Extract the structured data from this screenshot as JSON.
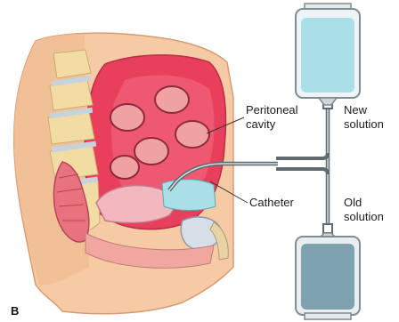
{
  "figure": {
    "panel_letter": "B",
    "labels": {
      "peritoneal_line1": "Peritoneal",
      "peritoneal_line2": "cavity",
      "new_line1": "New",
      "new_line2": "solution",
      "catheter": "Catheter",
      "old_line1": "Old",
      "old_line2": "solution"
    }
  },
  "colors": {
    "skin": "#f6caa4",
    "cavity": "#e8405c",
    "spine_bone": "#f3dca4",
    "disc": "#c7d3dc",
    "intestine": "#f0a2a2",
    "new_solution": "#a8e0e6",
    "old_solution": "#7fa3ae",
    "bag_outline": "#7f8c92",
    "tube": "#5f6b70"
  }
}
